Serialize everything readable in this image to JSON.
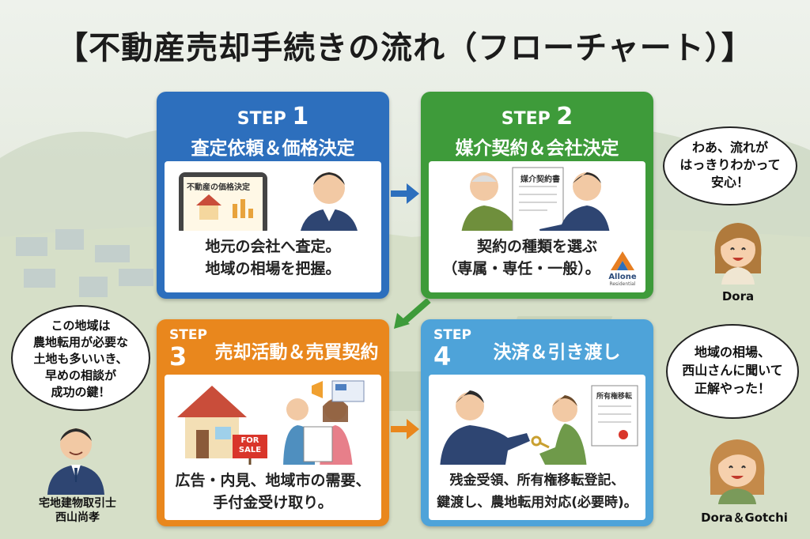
{
  "title": "【不動産売却手続きの流れ（フローチャート）】",
  "steps": [
    {
      "step_word": "STEP",
      "number": "1",
      "title": "査定依頼＆価格決定",
      "caption": [
        "地元の会社へ査定。",
        "地域の相場を把握。"
      ],
      "tablet_text": "不動産の価格決定",
      "color": "#2d6fbd"
    },
    {
      "step_word": "STEP",
      "number": "2",
      "title": "媒介契約＆会社決定",
      "caption": [
        "契約の種類を選ぶ",
        "（専属・専任・一般）。"
      ],
      "document_text": "媒介契約書",
      "logo_text": "Allone",
      "logo_sub": "Residential",
      "color": "#3e9b3a"
    },
    {
      "step_word": "STEP",
      "number": "3",
      "title": "売却活動＆売買契約",
      "caption": [
        "広告・内見、地域市の需要、",
        "手付金受け取り。"
      ],
      "sign_text": [
        "FOR",
        "SALE"
      ],
      "color": "#e9871d"
    },
    {
      "step_word": "STEP",
      "number": "4",
      "title": "決済＆引き渡し",
      "caption": [
        "残金受領、所有権移転登記、",
        "鍵渡し、農地転用対応(必要時)。"
      ],
      "document_text": "所有権移転",
      "color": "#4ea3d9"
    }
  ],
  "bubbles": {
    "dora": [
      "わあ、流れが",
      "はっきりわかって",
      "安心！"
    ],
    "advisor": [
      "この地域は",
      "農地転用が必要な",
      "土地も多いいき、",
      "早めの相談が",
      "成功の鍵！"
    ],
    "gotchi": [
      "地域の相場、",
      "西山さんに聞いて",
      "正解やった！"
    ]
  },
  "labels": {
    "dora": "Dora",
    "gotchi": "Dora＆Gotchi",
    "advisor_title": "宅地建物取引士",
    "advisor_name": "西山尚孝"
  },
  "colors": {
    "step1": "#2d6fbd",
    "step2": "#3e9b3a",
    "step3": "#e9871d",
    "step4": "#4ea3d9",
    "arrow": "#3b78c0"
  }
}
